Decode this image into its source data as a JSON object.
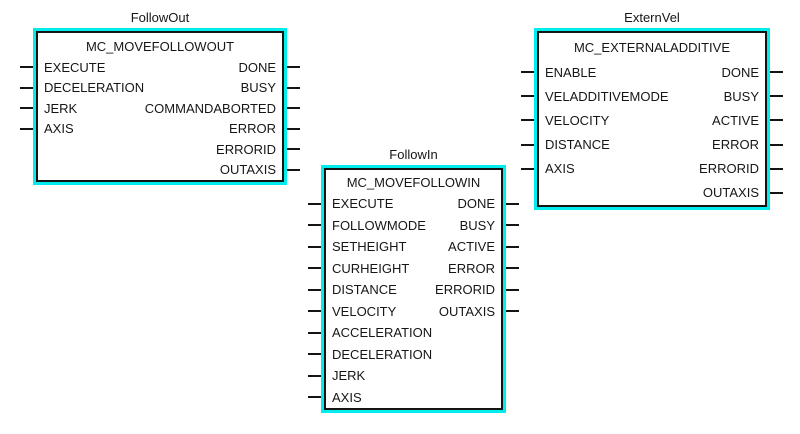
{
  "colors": {
    "accent_highlight": "#00eded",
    "block_line": "#141414",
    "text": "#161616",
    "background": "#ffffff"
  },
  "blocks": [
    {
      "instance_name": "FollowOut",
      "type_name": "MC_MOVEFOLLOWOUT",
      "inputs": [
        "EXECUTE",
        "DECELERATION",
        "JERK",
        "AXIS"
      ],
      "outputs": [
        "DONE",
        "BUSY",
        "COMMANDABORTED",
        "ERROR",
        "ERRORID",
        "OUTAXIS"
      ]
    },
    {
      "instance_name": "FollowIn",
      "type_name": "MC_MOVEFOLLOWIN",
      "inputs": [
        "EXECUTE",
        "FOLLOWMODE",
        "SETHEIGHT",
        "CURHEIGHT",
        "DISTANCE",
        "VELOCITY",
        "ACCELERATION",
        "DECELERATION",
        "JERK",
        "AXIS"
      ],
      "outputs": [
        "DONE",
        "BUSY",
        "ACTIVE",
        "ERROR",
        "ERRORID",
        "OUTAXIS"
      ]
    },
    {
      "instance_name": "ExternVel",
      "type_name": "MC_EXTERNALADDITIVE",
      "inputs": [
        "ENABLE",
        "VELADDITIVEMODE",
        "VELOCITY",
        "DISTANCE",
        "AXIS"
      ],
      "outputs": [
        "DONE",
        "BUSY",
        "ACTIVE",
        "ERROR",
        "ERRORID",
        "OUTAXIS"
      ]
    }
  ]
}
